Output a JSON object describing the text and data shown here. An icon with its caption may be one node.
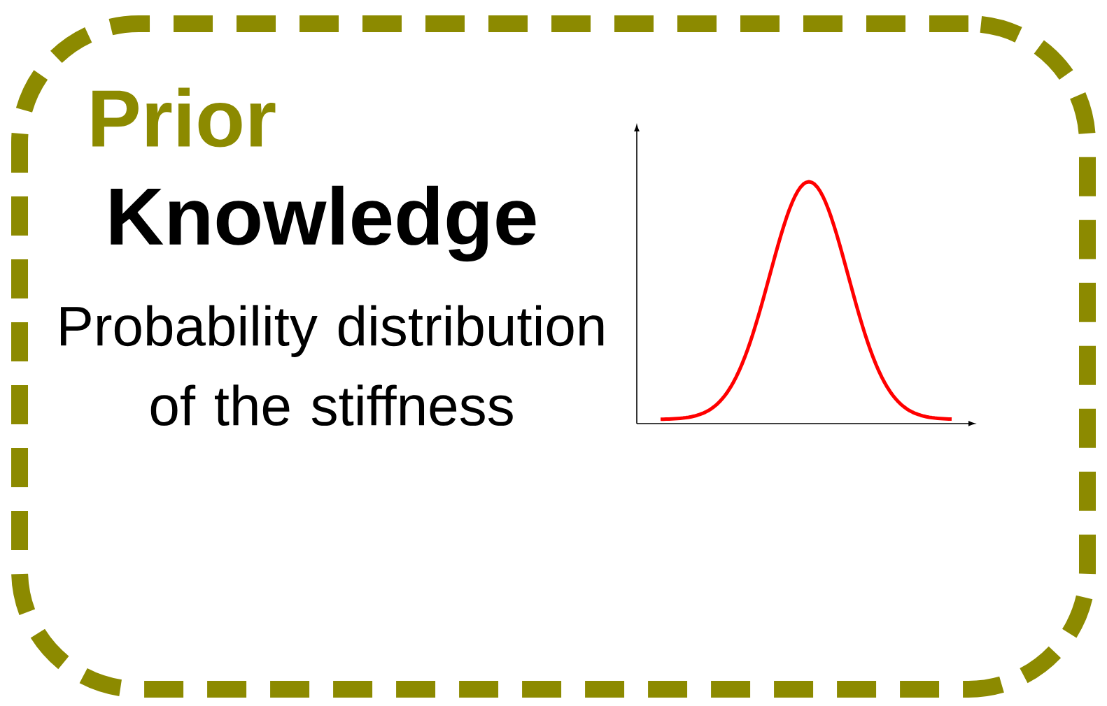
{
  "diagram": {
    "nodes": [
      {
        "text": [
          "Prior",
          "Knowledge",
          "Probability distribution of the stiffness"
        ]
      }
    ]
  }
}
